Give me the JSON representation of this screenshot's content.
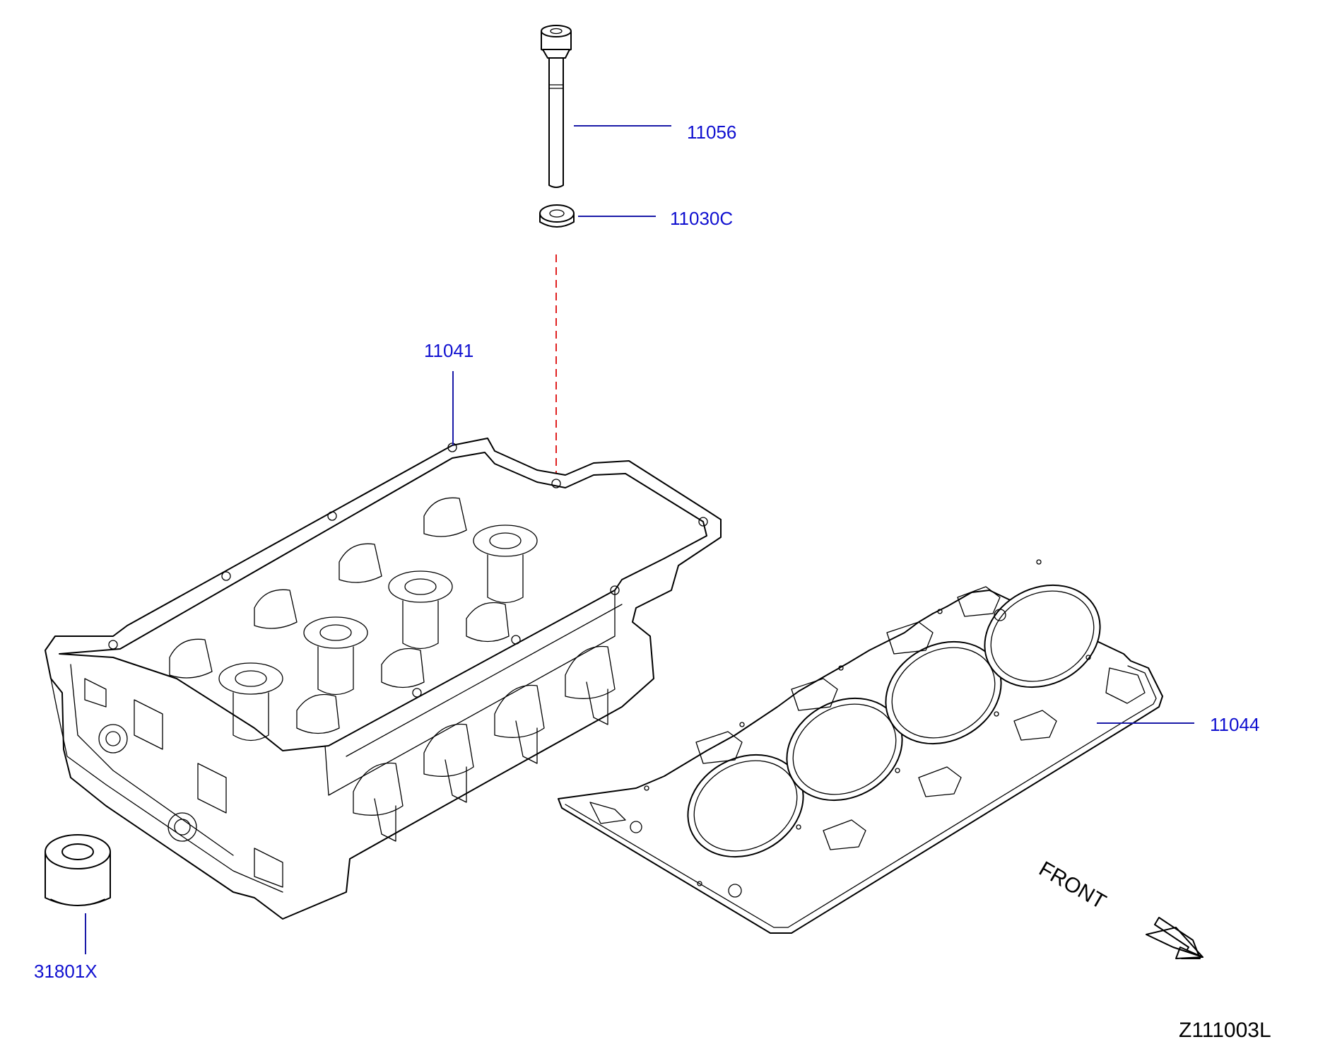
{
  "callouts": {
    "bolt": "11056",
    "washer": "11030C",
    "cylinder_head": "11041",
    "head_gasket": "11044",
    "valve_seal": "31801X"
  },
  "direction": {
    "label": "FRONT"
  },
  "drawing_id": "Z111003L",
  "colors": {
    "callout_text": "#1010d0",
    "leader_line": "#1a1aa8",
    "alignment_dash": "#e02020",
    "line_art": "#000000"
  }
}
